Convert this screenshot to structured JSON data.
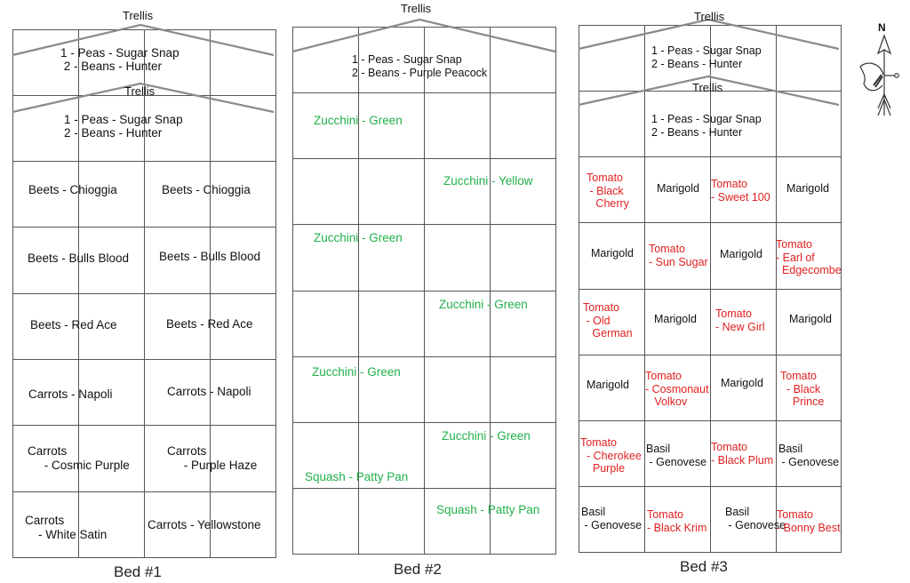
{
  "colors": {
    "lines": "#555555",
    "trellis": "#888888",
    "zucchini": "#22b04b",
    "tomato": "#e02020"
  },
  "compass": {
    "north_label": "N",
    "icon": "compass-rose-icon"
  },
  "bed1": {
    "label": "Bed #1",
    "trellis1": "Trellis",
    "trellis1_text": "1 - Peas - Sugar Snap\n 2 - Beans - Hunter",
    "trellis2": "Trellis",
    "trellis2_text": "1 - Peas - Sugar Snap\n2 - Beans - Hunter",
    "cells": [
      "Beets - Chioggia",
      "Beets - Chioggia",
      "Beets - Bulls Blood",
      "Beets - Bulls Blood",
      "Beets - Red Ace",
      "Beets - Red Ace",
      "Carrots - Napoli",
      "Carrots - Napoli",
      "Carrots\n     - Cosmic Purple",
      "Carrots\n     - Purple Haze",
      "Carrots\n    - White Satin",
      "Carrots - Yellowstone"
    ]
  },
  "bed2": {
    "label": "Bed #2",
    "trellis1": "Trellis",
    "trellis1_text": "1 - Peas - Sugar Snap\n2 - Beans - Purple Peacock",
    "cells": [
      "Zucchini - Green",
      "Zucchini - Yellow",
      "Zucchini - Green",
      "Zucchini - Green",
      "Zucchini - Green",
      "Zucchini - Green",
      "Squash - Patty Pan",
      "Squash - Patty Pan"
    ]
  },
  "bed3": {
    "label": "Bed #3",
    "trellis1": "Trellis",
    "trellis1_text": "1 - Peas - Sugar Snap\n2 - Beans - Hunter",
    "trellis2": "Trellis",
    "trellis2_text": "1 - Peas - Sugar Snap\n2 - Beans - Hunter",
    "cells": [
      "Tomato\n - Black\n   Cherry",
      "Marigold",
      "Tomato\n- Sweet 100",
      "Marigold",
      "Marigold",
      "Tomato\n- Sun Sugar",
      "Marigold",
      "Tomato\n- Earl of\n  Edgecombe",
      "Tomato\n - Old\n   German",
      "Marigold",
      "Tomato\n- New Girl",
      "Marigold",
      "Marigold",
      "Tomato\n- Cosmonaut\n   Volkov",
      "Marigold",
      "Tomato\n  - Black\n    Prince",
      "Tomato\n  - Cherokee\n    Purple",
      "Basil\n - Genovese",
      "Tomato\n- Black Plum",
      "Basil\n - Genovese",
      "Basil\n - Genovese",
      "Tomato\n- Black Krim",
      "Basil\n - Genovese",
      "Tomato\n- Bonny Best"
    ]
  }
}
